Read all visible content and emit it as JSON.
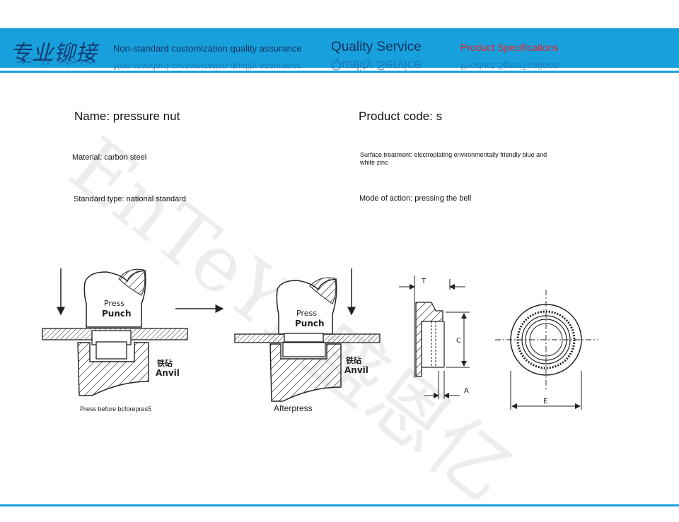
{
  "header": {
    "brand": "专业铆接",
    "tagline": "Non-standard customization quality assurance",
    "quality": "Quality Service",
    "specs_link": "Product Specifications"
  },
  "watermark": "EnTeYi 盛恩亿",
  "specs": {
    "name": "Name: pressure nut",
    "code": "Product code: s",
    "material": "Material: carbon steel",
    "surface": "Surface treatment: electroplating environmentally friendly blue and white zinc",
    "standard": "Standard type: national standard",
    "action": "Mode of action: pressing the bell"
  },
  "diagram": {
    "press_label": "Press",
    "punch_label": "Punch",
    "anvil_cn": "铁砧",
    "anvil_label": "Anvil",
    "before_caption": "Press before bcforepres5",
    "after_caption": "Afterpress",
    "dim_labels": [
      "T",
      "C",
      "A",
      "E"
    ]
  },
  "colors": {
    "banner": "#18a0dc",
    "brand": "#123a6e",
    "specs_link": "#e0242c"
  }
}
